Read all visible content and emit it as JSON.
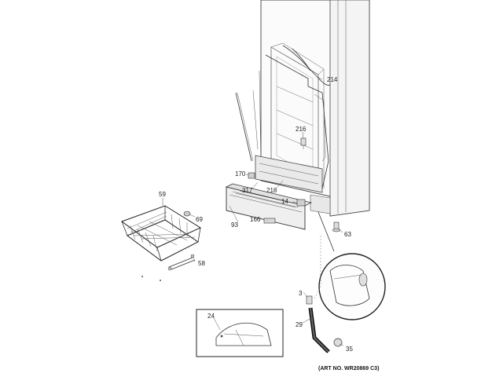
{
  "labels": {
    "p214": "214",
    "p216": "216",
    "p170": "170",
    "p317": "317",
    "p218": "218",
    "p14": "14",
    "p59": "59",
    "p69": "69",
    "p166": "166",
    "p93": "93",
    "p63": "63",
    "p58": "58",
    "p3": "3",
    "p24": "24",
    "p29": "29",
    "p35": "35"
  },
  "art_number": "(ART NO. WR20869 C3)"
}
